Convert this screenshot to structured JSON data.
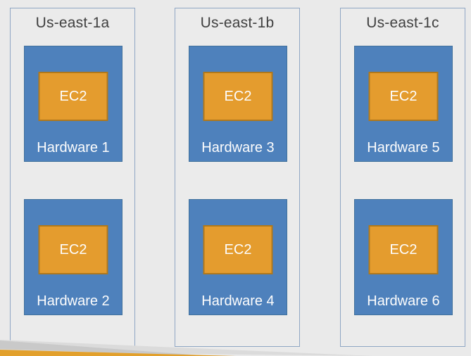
{
  "zones": [
    {
      "label": "Us-east-1a",
      "hardware": [
        {
          "name": "Hardware 1",
          "instance": "EC2"
        },
        {
          "name": "Hardware 2",
          "instance": "EC2"
        }
      ]
    },
    {
      "label": "Us-east-1b",
      "hardware": [
        {
          "name": "Hardware 3",
          "instance": "EC2"
        },
        {
          "name": "Hardware 4",
          "instance": "EC2"
        }
      ]
    },
    {
      "label": "Us-east-1c",
      "hardware": [
        {
          "name": "Hardware 5",
          "instance": "EC2"
        },
        {
          "name": "Hardware 6",
          "instance": "EC2"
        }
      ]
    }
  ],
  "colors": {
    "page_background": "#EAEAEA",
    "zone_border": "#8FA6C4",
    "hardware_fill": "#4E81BC",
    "hardware_border": "#41719C",
    "ec2_fill": "#E49C2E",
    "ec2_border": "#AF781C",
    "title_text": "#404040",
    "box_text": "#FDFDFD",
    "accent_gray_light": "#DBDBDB",
    "accent_gray_medium": "#C9C9C9",
    "accent_orange": "#E2A02C"
  }
}
